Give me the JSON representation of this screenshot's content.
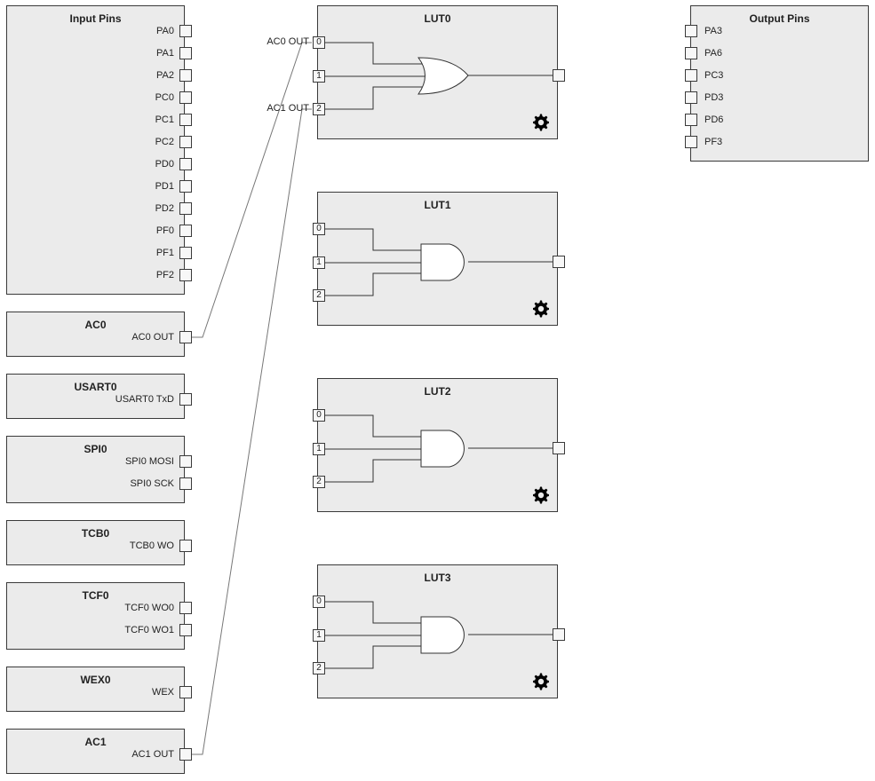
{
  "input_pins": {
    "title": "Input Pins",
    "pins": [
      "PA0",
      "PA1",
      "PA2",
      "PC0",
      "PC1",
      "PC2",
      "PD0",
      "PD1",
      "PD2",
      "PF0",
      "PF1",
      "PF2"
    ]
  },
  "peripherals": {
    "ac0": {
      "title": "AC0",
      "outputs": [
        "AC0 OUT"
      ]
    },
    "usart0": {
      "title": "USART0",
      "outputs": [
        "USART0 TxD"
      ]
    },
    "spi0": {
      "title": "SPI0",
      "outputs": [
        "SPI0 MOSI",
        "SPI0 SCK"
      ]
    },
    "tcb0": {
      "title": "TCB0",
      "outputs": [
        "TCB0 WO"
      ]
    },
    "tcf0": {
      "title": "TCF0",
      "outputs": [
        "TCF0 WO0",
        "TCF0 WO1"
      ]
    },
    "wex0": {
      "title": "WEX0",
      "outputs": [
        "WEX"
      ]
    },
    "ac1": {
      "title": "AC1",
      "outputs": [
        "AC1 OUT"
      ]
    }
  },
  "luts": [
    {
      "title": "LUT0",
      "gate": "OR",
      "inputs": [
        "0",
        "1",
        "2"
      ],
      "input_sources": [
        "AC0 OUT",
        "",
        "AC1 OUT"
      ]
    },
    {
      "title": "LUT1",
      "gate": "AND",
      "inputs": [
        "0",
        "1",
        "2"
      ],
      "input_sources": [
        "",
        "",
        ""
      ]
    },
    {
      "title": "LUT2",
      "gate": "AND",
      "inputs": [
        "0",
        "1",
        "2"
      ],
      "input_sources": [
        "",
        "",
        ""
      ]
    },
    {
      "title": "LUT3",
      "gate": "AND",
      "inputs": [
        "0",
        "1",
        "2"
      ],
      "input_sources": [
        "",
        "",
        ""
      ]
    }
  ],
  "output_pins": {
    "title": "Output Pins",
    "pins": [
      "PA3",
      "PA6",
      "PC3",
      "PD3",
      "PD6",
      "PF3"
    ]
  },
  "icons": {
    "settings": "gear-icon"
  }
}
